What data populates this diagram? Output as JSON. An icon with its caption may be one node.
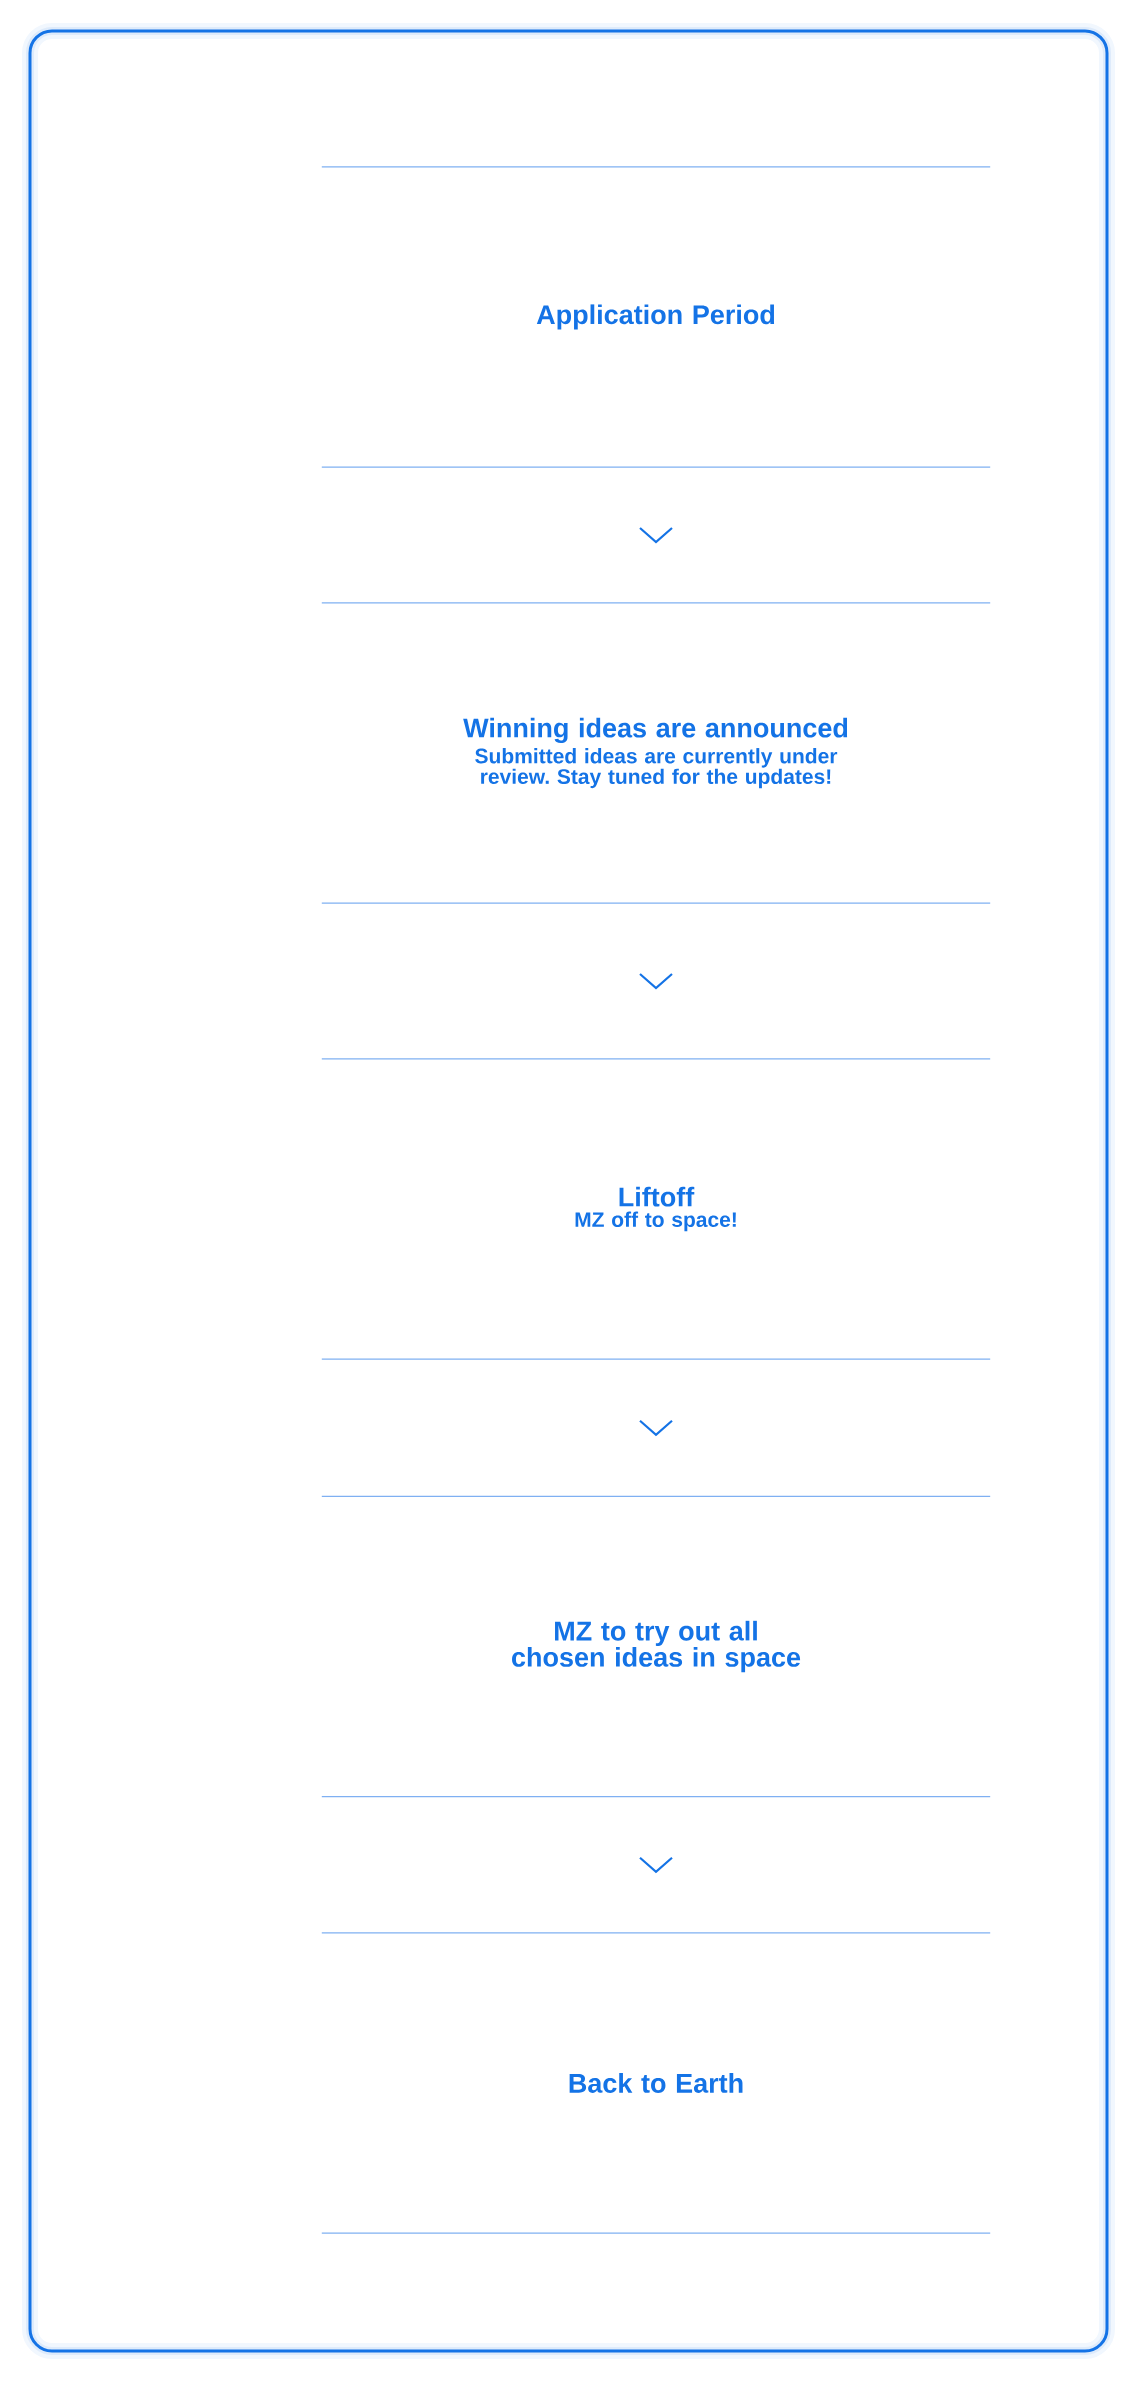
{
  "diagram": {
    "nodes": [
      {
        "text": [
          "Application Period"
        ]
      },
      {
        "text": [
          "Winning ideas are announced",
          "Submitted ideas are currently under review. Stay tuned for the updates!"
        ]
      },
      {
        "text": [
          "Liftoff",
          "MZ off to space!"
        ]
      },
      {
        "text": [
          "MZ to try out all chosen ideas in space"
        ]
      },
      {
        "text": [
          "Back to Earth"
        ]
      }
    ],
    "edges": [
      {
        "from": 0,
        "to": 1,
        "arrow": "to"
      },
      {
        "from": 1,
        "to": 2,
        "arrow": "to"
      },
      {
        "from": 2,
        "to": 3,
        "arrow": "to"
      },
      {
        "from": 3,
        "to": 4,
        "arrow": "to"
      }
    ]
  }
}
